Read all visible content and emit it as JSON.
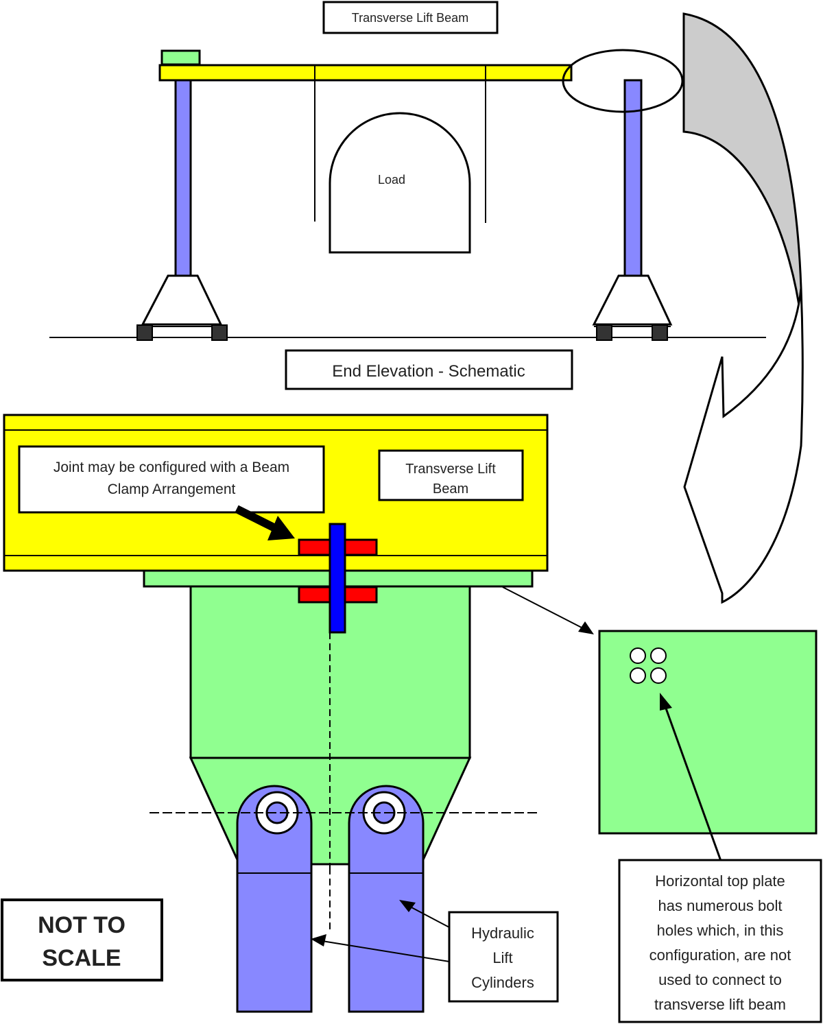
{
  "diagram": {
    "title_top": "Transverse Lift Beam",
    "load_label": "Load",
    "view_caption": "End Elevation - Schematic",
    "beam_clamp_note": [
      "Joint may be configured with a Beam",
      "Clamp Arrangement"
    ],
    "beam_label": [
      "Transverse Lift",
      "Beam"
    ],
    "cylinders_label": [
      "Hydraulic",
      "Lift",
      "Cylinders"
    ],
    "top_plate_note": [
      "Horizontal top plate",
      "has numerous bolt",
      "holes which, in this",
      "configuration, are not",
      "used to connect to",
      "transverse lift beam"
    ],
    "scale_note": [
      "NOT TO",
      "SCALE"
    ],
    "bolt_hole_count": 4
  },
  "colors": {
    "beam": "#ffff00",
    "plate": "#90ff90",
    "leg": "#8888ff",
    "clamp": "#ff0000",
    "bolt": "#0000ff",
    "wheel": "#333333",
    "arrow_fill": "#cccccc"
  }
}
